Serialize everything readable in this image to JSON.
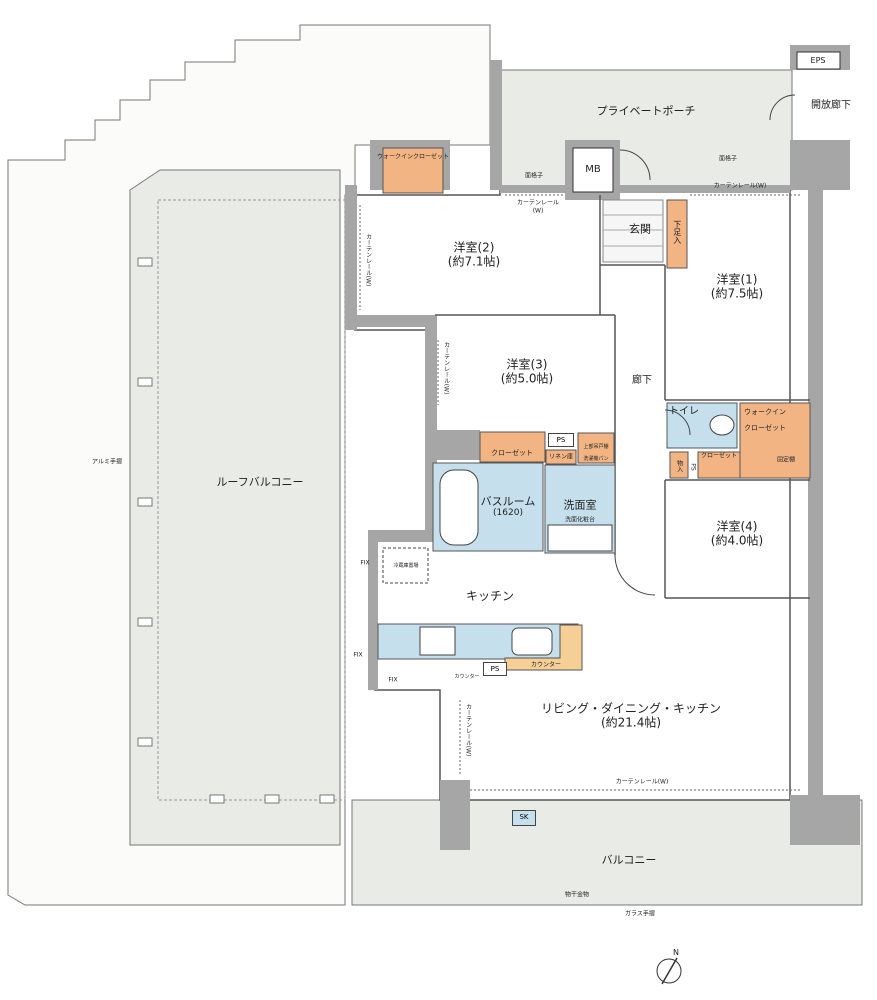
{
  "rooms": {
    "western1": {
      "name": "洋室(1)",
      "size": "(約7.5帖)"
    },
    "western2": {
      "name": "洋室(2)",
      "size": "(約7.1帖)"
    },
    "western3": {
      "name": "洋室(3)",
      "size": "(約5.0帖)"
    },
    "western4": {
      "name": "洋室(4)",
      "size": "(約4.0帖)"
    },
    "ldk": {
      "name": "リビング・ダイニング・キッチン",
      "size": "(約21.4帖)"
    },
    "kitchen": "キッチン",
    "bathroom": {
      "name": "バスルーム",
      "size": "(1620)"
    },
    "washroom": "洗面室",
    "entrance": "玄関",
    "hallway": "廊下",
    "toilet": "トイレ",
    "roof_balcony": "ルーフバルコニー",
    "balcony": "バルコニー",
    "private_porch": "プライベートポーチ",
    "open_corridor": "開放廊下"
  },
  "storage": {
    "walkin_closet_small": "ウォークインクローゼット",
    "walkin_closet_1a": "ウォークイン",
    "walkin_closet_1b": "クローゼット",
    "closet3": "クローゼット",
    "closet4": "クローゼット",
    "linen": "リネン庫",
    "storage": "物入",
    "shoe_box": "下足入",
    "fixed_shelf": "固定棚",
    "upper_cabinet": "上部吊戸棚",
    "laundry_pan": "洗濯機パン",
    "vanity": "洗面化粧台",
    "fridge": "冷蔵庫置場",
    "counter_label": "カウンター",
    "counter_small": "カウンター"
  },
  "fixtures": {
    "mb": "MB",
    "eps": "EPS",
    "ps": "PS",
    "sk": "SK",
    "curtain_rail": "カーテンレール",
    "curtain_rail_w": "カーテンレール(W)",
    "w": "(W)",
    "lattice": "面格子",
    "fix": "FIX",
    "alum_rail": "アルミ手摺",
    "glass_rail": "ガラス手摺",
    "laundry_hardware": "物干金物",
    "north": "N"
  },
  "colors": {
    "storage": "#f2b482",
    "wet": "#c5e0ec",
    "counter": "#f5cf96",
    "floor": "#ffffff",
    "exterior": "#e9ebe6",
    "wall": "#a6a6a6"
  }
}
